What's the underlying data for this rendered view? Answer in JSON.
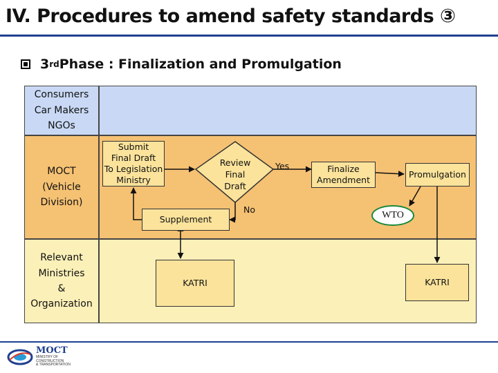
{
  "header": {
    "title": "IV. Procedures to amend safety standards ③",
    "phase_prefix": "3",
    "phase_sup": "rd",
    "phase_rest": " Phase : Finalization and Promulgation"
  },
  "lanes": [
    {
      "label_lines": [
        "Consumers",
        "Car Makers",
        "NGOs"
      ],
      "color": "#c9d9f5"
    },
    {
      "label_lines": [
        "MOCT",
        "(Vehicle",
        "Division)"
      ],
      "color": "#f5c173"
    },
    {
      "label_lines": [
        "Relevant",
        "Ministries",
        "&",
        "Organization"
      ],
      "color": "#fbf0b8"
    }
  ],
  "flow": {
    "submit_lines": [
      "Submit",
      "Final Draft",
      "To Legislation",
      "Ministry"
    ],
    "review_lines": [
      "Review",
      "Final",
      "Draft"
    ],
    "yes": "Yes",
    "no": "No",
    "finalize_lines": [
      "Finalize",
      "Amendment"
    ],
    "promulgation": "Promulgation",
    "wto": "WTO",
    "supplement": "Supplement",
    "katri_left": "KATRI",
    "katri_right": "KATRI"
  },
  "footer": {
    "logo_name": "MOCT",
    "logo_sub_lines": [
      "MINISTRY OF",
      "CONSTRUCTION",
      "& TRANSPORTATION"
    ]
  },
  "colors": {
    "accent": "#1f3f8f",
    "box_fill": "#fbe39b"
  }
}
